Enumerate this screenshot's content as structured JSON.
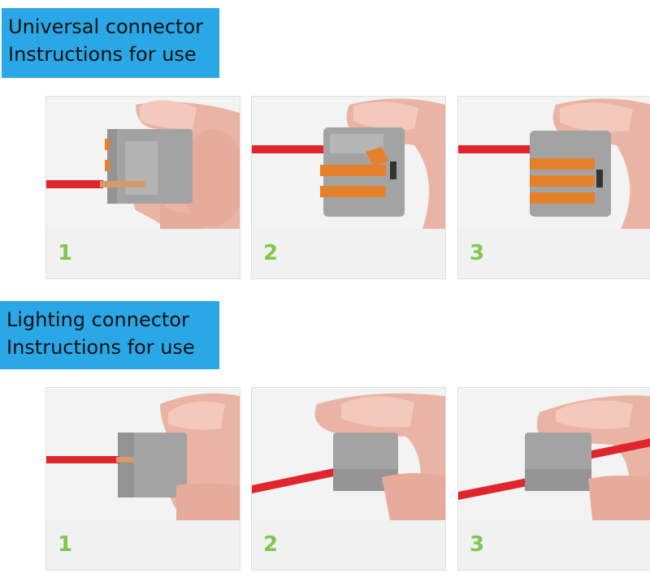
{
  "sections": [
    {
      "title_line1": "Universal connector",
      "title_line2": "Instructions for use",
      "steps": [
        {
          "label": "1"
        },
        {
          "label": "2"
        },
        {
          "label": "3"
        }
      ]
    },
    {
      "title_line1": "Lighting connector",
      "title_line2": "Instructions for use",
      "steps": [
        {
          "label": "1"
        },
        {
          "label": "2"
        },
        {
          "label": "3"
        }
      ]
    }
  ],
  "colors": {
    "banner": "#2aa7e6",
    "step_number": "#7fc84a",
    "connector_body": "#a3a3a3",
    "lever": "#e5812a",
    "wire": "#e0252b",
    "skin": "#eab4a4"
  }
}
